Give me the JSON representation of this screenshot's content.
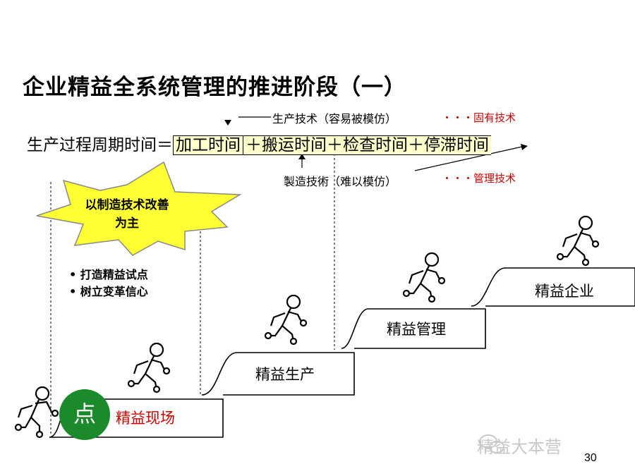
{
  "title": "企业精益全系统管理的推进阶段（一）",
  "formula": {
    "lhs": "生产过程周期时间＝",
    "term1": "加工时间",
    "rest": "＋搬运时间＋检查时间＋停滞时间"
  },
  "notes": {
    "production_tech": "生产技术（容易被模仿）",
    "inherent_tech": "・・・固有技术",
    "manufacturing_tech": "製造技術（难以模仿）",
    "management_tech": "・・・管理技术"
  },
  "burst_text": "以制造技术改善为主",
  "bullets": [
    "• 打造精益试点",
    "• 树立变革信心"
  ],
  "stairs": [
    {
      "label": "精益现场"
    },
    {
      "label": "精益生产"
    },
    {
      "label": "精益管理"
    },
    {
      "label": "精益企业"
    }
  ],
  "circle_label": "点",
  "watermark": "精益大本营",
  "page_number": "30",
  "colors": {
    "red": "#cc0000",
    "green": "#1a8a2a",
    "highlight": "#ffffcc",
    "burst": "#ffff33"
  }
}
